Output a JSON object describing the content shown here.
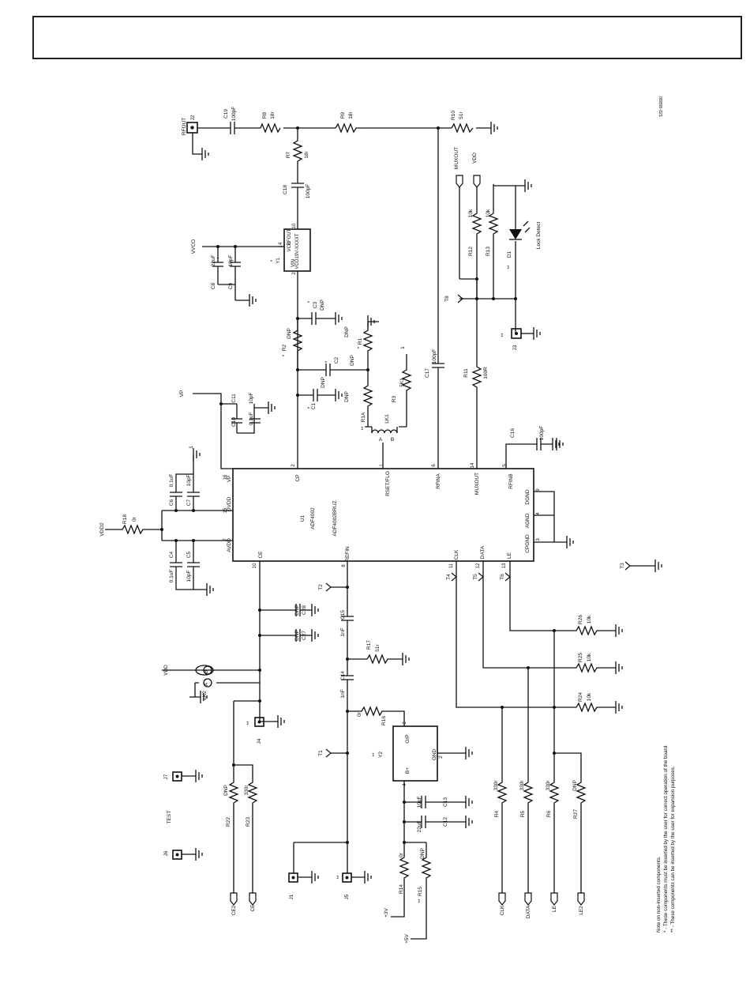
{
  "header": {
    "box_title": ""
  },
  "figure_code": "08898-021",
  "chip": {
    "ref": "U1",
    "name": "ADF4002",
    "part": "ADF4002BRUZ",
    "pins": {
      "cp": "CP",
      "rset": "RSET/FLO",
      "rfina": "RFINA",
      "muxout": "MUXOUT",
      "rfinb": "RFINB",
      "vp": "VP",
      "dvdd": "DVDD",
      "avdd": "AVDD",
      "ce": "CE",
      "refin": "REFIN",
      "clk": "CLK",
      "data": "DATA",
      "le": "LE",
      "dgnd": "DGND",
      "agnd": "AGND",
      "cpgnd": "CPGND"
    },
    "pin_numbers": {
      "cp": "2",
      "rset": "1",
      "rfina": "6",
      "muxout": "14",
      "rfinb": "5",
      "vp": "16",
      "dvdd": "15",
      "avdd": "7",
      "ce": "10",
      "refin": "8",
      "clk": "11",
      "data": "12",
      "le": "13",
      "dgnd": "9",
      "agnd": "4",
      "cpgnd": "3"
    }
  },
  "vco": {
    "ref": "Y1",
    "name": "VCO19V-XXXXT",
    "pin_vcc": "VCC",
    "pin_rfout": "RFOUT",
    "pin_vin": "VIN",
    "p14": "14",
    "p10": "10",
    "p2": "2",
    "star": "*"
  },
  "osc": {
    "ref": "Y2",
    "star": "**",
    "op": "O/P",
    "gnd": "GND",
    "bplus": "B+",
    "p3": "3",
    "p2": "2",
    "p4": "4"
  },
  "components": {
    "r8": "R8",
    "r8v": "18r",
    "r9": "R9",
    "r9v": "18r",
    "r10": "R10",
    "r10v": "51r",
    "r7": "R7",
    "r7v": "18r",
    "c19": "C19",
    "c19v": "100pF",
    "c18": "C18",
    "c18v": "100pF",
    "c8": "C8",
    "c8v": "22uF",
    "c9": "C9",
    "c9v": "10pF",
    "c3": "C3",
    "c3v": "DNP",
    "r2": "R2",
    "r2v": "DNP",
    "c2": "C2",
    "c2v": "DNP",
    "c1": "C1",
    "c1v": "DNP",
    "r1": "R1",
    "r1v": "DNP",
    "r1a": "R1A",
    "r1av": "DNP",
    "r3": "R3",
    "r3v": "5K1",
    "lk1": "LK1",
    "c17": "C17",
    "c17v": "100pF",
    "r11": "R11",
    "r11v": "100R",
    "r12": "R12",
    "r12v": "10k",
    "r13": "R13",
    "r13v": "10k",
    "d1": "D1",
    "d1label": "Lock Detect",
    "c16": "C16",
    "c16v": "100pF",
    "c10": "C10",
    "c10v": "0.1uF",
    "c11": "C11",
    "c11v": "10pF",
    "c6": "C6",
    "c6v": "0.1uF",
    "c7": "C7",
    "c7v": "10pF",
    "c4": "C4",
    "c4v": "0.1uF",
    "c5": "C5",
    "c5v": "10pF",
    "r18": "R18",
    "r18v": "0r",
    "c28": "C28",
    "c28v": "DNP",
    "c27": "C27",
    "c27v": "DNP",
    "lk2": "LK2",
    "c15": "C15",
    "c15v": "1nF",
    "c14": "C14",
    "c14v": "1nF",
    "r17": "R17",
    "r17v": "51r",
    "r16": "R16",
    "r16v": "0r",
    "c13": "C13",
    "c13v": "10pF",
    "c12": "C12",
    "c12v": "22uF",
    "r14": "R14",
    "r14v": "0r",
    "r15": "R15",
    "r15v": "DNP",
    "r22": "R22",
    "r22v": "DNP",
    "r23": "R23",
    "r23v": "330r",
    "r4": "R4",
    "r4v": "330r",
    "r5": "R5",
    "r5v": "330r",
    "r6": "R6",
    "r6v": "330r",
    "r27": "R27",
    "r27v": "DNP",
    "r24": "R24",
    "r24v": "10k",
    "r25": "R25",
    "r25v": "10k",
    "r26": "R26",
    "r26v": "10k"
  },
  "connectors": {
    "j1": "J1",
    "j2": "J2",
    "j3": "J3",
    "j4": "J4",
    "j5": "J5",
    "j6": "J6",
    "j7": "J7"
  },
  "test_points": {
    "t1": "T1",
    "t2": "T2",
    "t3": "T3",
    "t4": "T4",
    "t5": "T5",
    "t6": "T6",
    "t8": "T8"
  },
  "nets": {
    "rfout": "RFOUT",
    "vvco": "VVCO",
    "vp": "VP",
    "vdd": "VDD",
    "vdd2": "VDD2",
    "muxout": "MUXOUT",
    "test": "TEST",
    "ce2": "CE2",
    "ce": "CE",
    "clk": "CLK",
    "data": "DATA",
    "le": "LE",
    "le2": "LE2",
    "plus3v": "+3V",
    "plus5v": "+5V"
  },
  "marks": {
    "star": "*",
    "dstar": "**",
    "one": "1",
    "lk_a": "A",
    "lk_b": "B"
  },
  "notes": {
    "line1": "Note on non-inserted components.",
    "line2": "* - These components must be inserted by the user for correct operation of the board.",
    "line3": "** - These components can be inserted by the user for expansion purposes."
  }
}
